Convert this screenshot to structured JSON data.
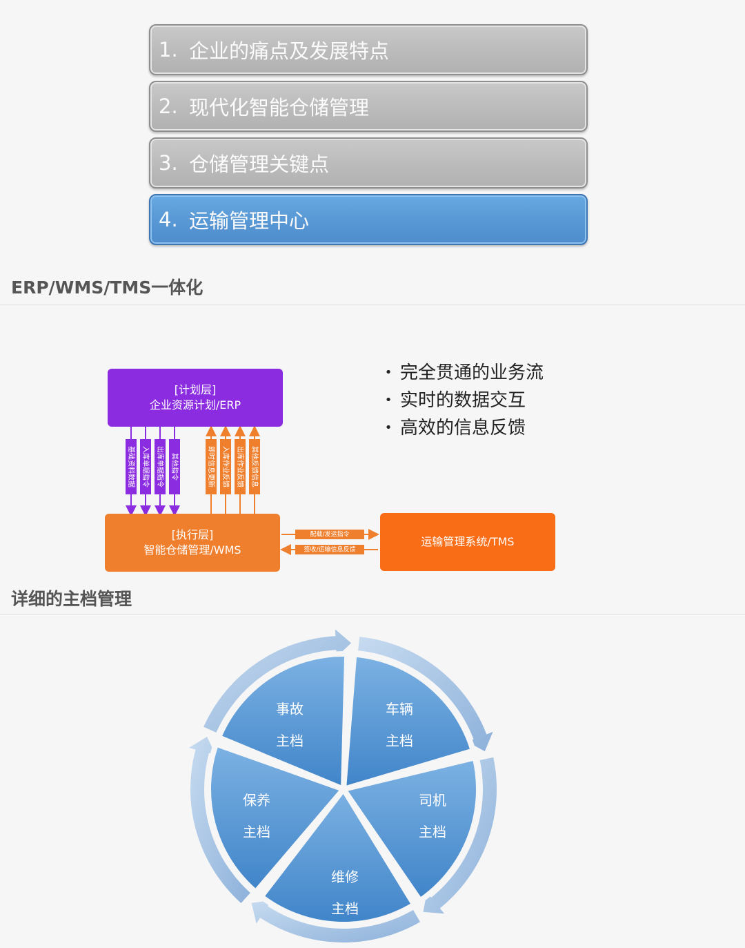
{
  "menu": [
    {
      "num": "1.",
      "label": "企业的痛点及发展特点",
      "active": false
    },
    {
      "num": "2.",
      "label": "现代化智能仓储管理",
      "active": false
    },
    {
      "num": "3.",
      "label": "仓储管理关键点",
      "active": false
    },
    {
      "num": "4.",
      "label": "运输管理中心",
      "active": true
    }
  ],
  "section1": {
    "title": "ERP/WMS/TMS一体化"
  },
  "section2": {
    "title": "详细的主档管理"
  },
  "diagram": {
    "erp": {
      "line1": "[计划层]",
      "line2": "企业资源计划/ERP"
    },
    "wms": {
      "line1": "[执行层]",
      "line2": "智能仓储管理/WMS"
    },
    "tms": {
      "label": "运输管理系统/TMS"
    },
    "down_arrows": [
      "基础资料数据",
      "入库单据指令",
      "出库单据指令",
      "其他指令"
    ],
    "up_arrows": [
      "即时信息更新",
      "入库作业反馈",
      "出库作业反馈",
      "其他反馈信息"
    ],
    "right_arrow": "配载/发运指令",
    "left_arrow": "签收/运输信息反馈",
    "colors": {
      "erp": "#8b2ce0",
      "wms": "#ef7f2d",
      "tms": "#fa6d17"
    }
  },
  "bullets": [
    "完全贯通的业务流",
    "实时的数据交互",
    "高效的信息反馈"
  ],
  "cycle": {
    "segments": [
      {
        "line1": "车辆",
        "line2": "主档"
      },
      {
        "line1": "司机",
        "line2": "主档"
      },
      {
        "line1": "维修",
        "line2": "主档"
      },
      {
        "line1": "保养",
        "line2": "主档"
      },
      {
        "line1": "事故",
        "line2": "主档"
      }
    ],
    "colors": {
      "inner": "#5b9ad6",
      "outer_ring": "#a9c6e6"
    }
  }
}
